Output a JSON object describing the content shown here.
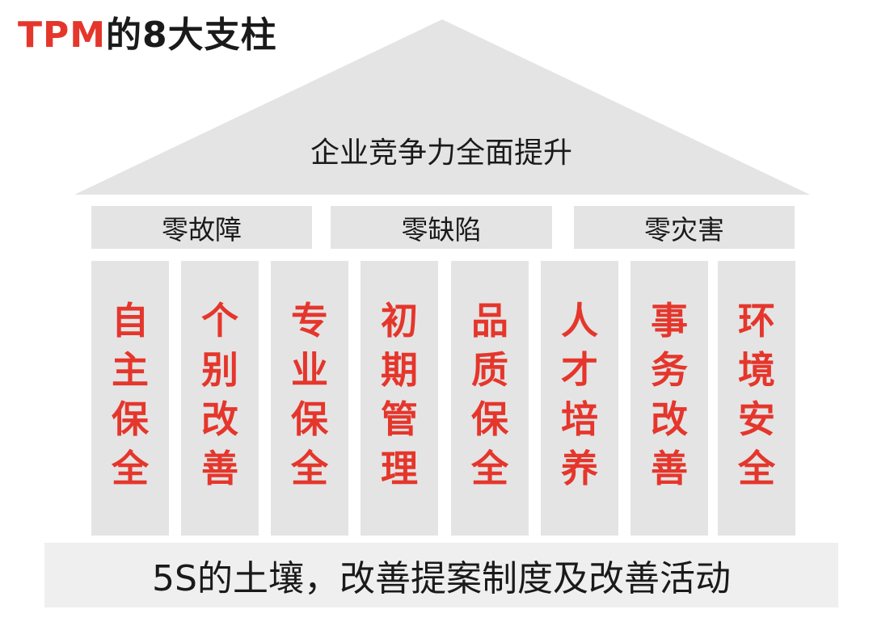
{
  "title": {
    "prefix": "TPM",
    "suffix": "的8大支柱",
    "prefix_color": "#e5362c"
  },
  "roof": {
    "label": "企业竞争力全面提升",
    "color": "#e4e4e4"
  },
  "goals": [
    {
      "label": "零故障"
    },
    {
      "label": "零缺陷"
    },
    {
      "label": "零灾害"
    }
  ],
  "pillars": [
    {
      "label": "自主保全",
      "chars": [
        "自",
        "主",
        "保",
        "全"
      ]
    },
    {
      "label": "个别改善",
      "chars": [
        "个",
        "别",
        "改",
        "善"
      ]
    },
    {
      "label": "专业保全",
      "chars": [
        "专",
        "业",
        "保",
        "全"
      ]
    },
    {
      "label": "初期管理",
      "chars": [
        "初",
        "期",
        "管",
        "理"
      ]
    },
    {
      "label": "品质保全",
      "chars": [
        "品",
        "质",
        "保",
        "全"
      ]
    },
    {
      "label": "人才培养",
      "chars": [
        "人",
        "才",
        "培",
        "养"
      ]
    },
    {
      "label": "事务改善",
      "chars": [
        "事",
        "务",
        "改",
        "善"
      ]
    },
    {
      "label": "环境安全",
      "chars": [
        "环",
        "境",
        "安",
        "全"
      ]
    }
  ],
  "foundation": {
    "label": "5S的土壤，改善提案制度及改善活动"
  },
  "colors": {
    "accent": "#e5362c",
    "block": "#e4e4e4",
    "text": "#1a1a1a"
  }
}
